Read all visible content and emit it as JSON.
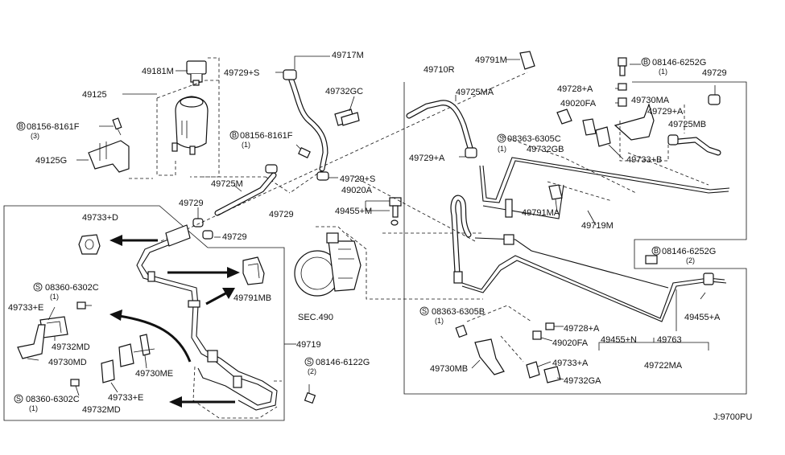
{
  "labels": {
    "p49181M": "49181M",
    "p49125": "49125",
    "p08156_8161F_a": "08156-8161F",
    "p08156_8161F_a_qty": "(3)",
    "p49125G": "49125G",
    "p49729_S_top": "49729+S",
    "p49717M": "49717M",
    "p49732GC": "49732GC",
    "p08156_8161F_b": "08156-8161F",
    "p08156_8161F_b_qty": "(1)",
    "p49725M": "49725M",
    "p49729_a": "49729",
    "p49729_b": "49729",
    "p49729_c": "49729",
    "p49729_S_mid": "49729+S",
    "p49020A": "49020A",
    "p49455_M": "49455+M",
    "p49710R": "49710R",
    "p49791M": "49791M",
    "p08146_6252G_top": "08146-6252G",
    "p08146_6252G_top_qty": "(1)",
    "p49729_tr": "49729",
    "p49728_A_top": "49728+A",
    "p49020FA_top": "49020FA",
    "p49730MA": "49730MA",
    "p49729_A_right": "49729+A",
    "p49725MA": "49725MA",
    "p08363_6305C": "08363-6305C",
    "p08363_6305C_qty": "(1)",
    "p49732GB": "49732GB",
    "p49733_B": "49733+B",
    "p49725MB": "49725MB",
    "p49729_A_left": "49729+A",
    "p49791MA": "49791MA",
    "p49719M": "49719M",
    "p08146_6252G_mid": "08146-6252G",
    "p08146_6252G_mid_qty": "(2)",
    "p49733_D": "49733+D",
    "p49791MB": "49791MB",
    "p08360_6302C_a": "08360-6302C",
    "p08360_6302C_a_qty": "(1)",
    "p49733_E_a": "49733+E",
    "p49732MD_a": "49732MD",
    "p49730MD": "49730MD",
    "p49730ME": "49730ME",
    "p49733_E_b": "49733+E",
    "p08360_6302C_b": "08360-6302C",
    "p08360_6302C_b_qty": "(1)",
    "p49732MD_b": "49732MD",
    "sec490": "SEC.490",
    "p49719": "49719",
    "p08146_6122G": "08146-6122G",
    "p08146_6122G_qty": "(2)",
    "p08363_6305B": "08363-6305B",
    "p08363_6305B_qty": "(1)",
    "p49728_A_bot": "49728+A",
    "p49020FA_bot": "49020FA",
    "p49730MB": "49730MB",
    "p49733_A": "49733+A",
    "p49732GA": "49732GA",
    "p49455_N": "49455+N",
    "p49763": "49763",
    "p49455_A": "49455+A",
    "p49722MA": "49722MA",
    "diagram_code": "J:9700PU"
  },
  "markers": {
    "bolt": "B",
    "screw": "S"
  }
}
